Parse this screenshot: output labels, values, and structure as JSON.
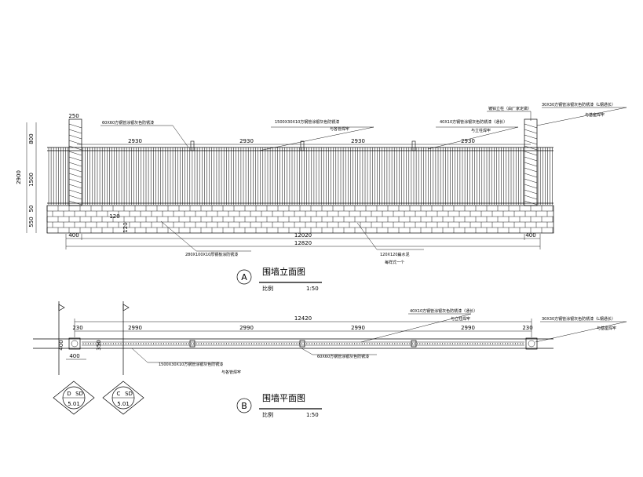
{
  "elevation": {
    "title": "围墙立面图",
    "marker": "A",
    "scale_label": "比例",
    "scale_value": "1:50",
    "top_spans": [
      "2930",
      "2930",
      "2930",
      "2930"
    ],
    "bottom_dims": {
      "left": "400",
      "middle": "12020",
      "right": "400",
      "total": "12820"
    },
    "left_dims": {
      "total": "2900",
      "top": "800",
      "mid": "1500",
      "bot1": "550",
      "bot2": "50",
      "post": "250"
    },
    "small_dims": [
      "120",
      "120"
    ],
    "notes": {
      "n1": "60X60方钢管涂银灰色防锈漆",
      "n2a": "1500X30X10方钢管涂银灰色防锈漆",
      "n2b": "与各管焊牢",
      "n3a": "40X10方钢管涂银灰色防锈漆（通长）",
      "n3b": "与立柱焊牢",
      "n4": "镀锌立柱（由厂家定做）",
      "n5a": "30X30方钢管涂银灰色防锈漆（L钢通长）",
      "n5b": "与基座焊牢",
      "n6": "280X100X10厚钢板涂防锈漆",
      "n7a": "120X120扁水泥",
      "n7b": "每样式一个"
    }
  },
  "plan": {
    "title": "围墙平面图",
    "marker": "B",
    "scale_label": "比例",
    "scale_value": "1:50",
    "spans": [
      "2990",
      "2990",
      "2990",
      "2990"
    ],
    "total": "12420",
    "end_dims": [
      "230",
      "230"
    ],
    "side_dims": {
      "a": "400",
      "b": "350",
      "c": "400"
    },
    "notes": {
      "n1a": "40X10方钢管涂银灰色防锈漆（通长）",
      "n1b": "与立柱焊牢",
      "n2a": "30X30方钢管涂银灰色防锈漆（L钢通长）",
      "n2b": "与基座焊牢",
      "n3a": "1500X30X10方钢管涂银灰色防锈漆",
      "n3b": "与各管焊牢",
      "n4": "60X60方钢管涂银灰色防锈漆"
    }
  },
  "section_markers": [
    {
      "top": "D",
      "top_right": "SD",
      "bottom": "5.01"
    },
    {
      "top": "C",
      "top_right": "SD",
      "bottom": "5.01"
    }
  ]
}
